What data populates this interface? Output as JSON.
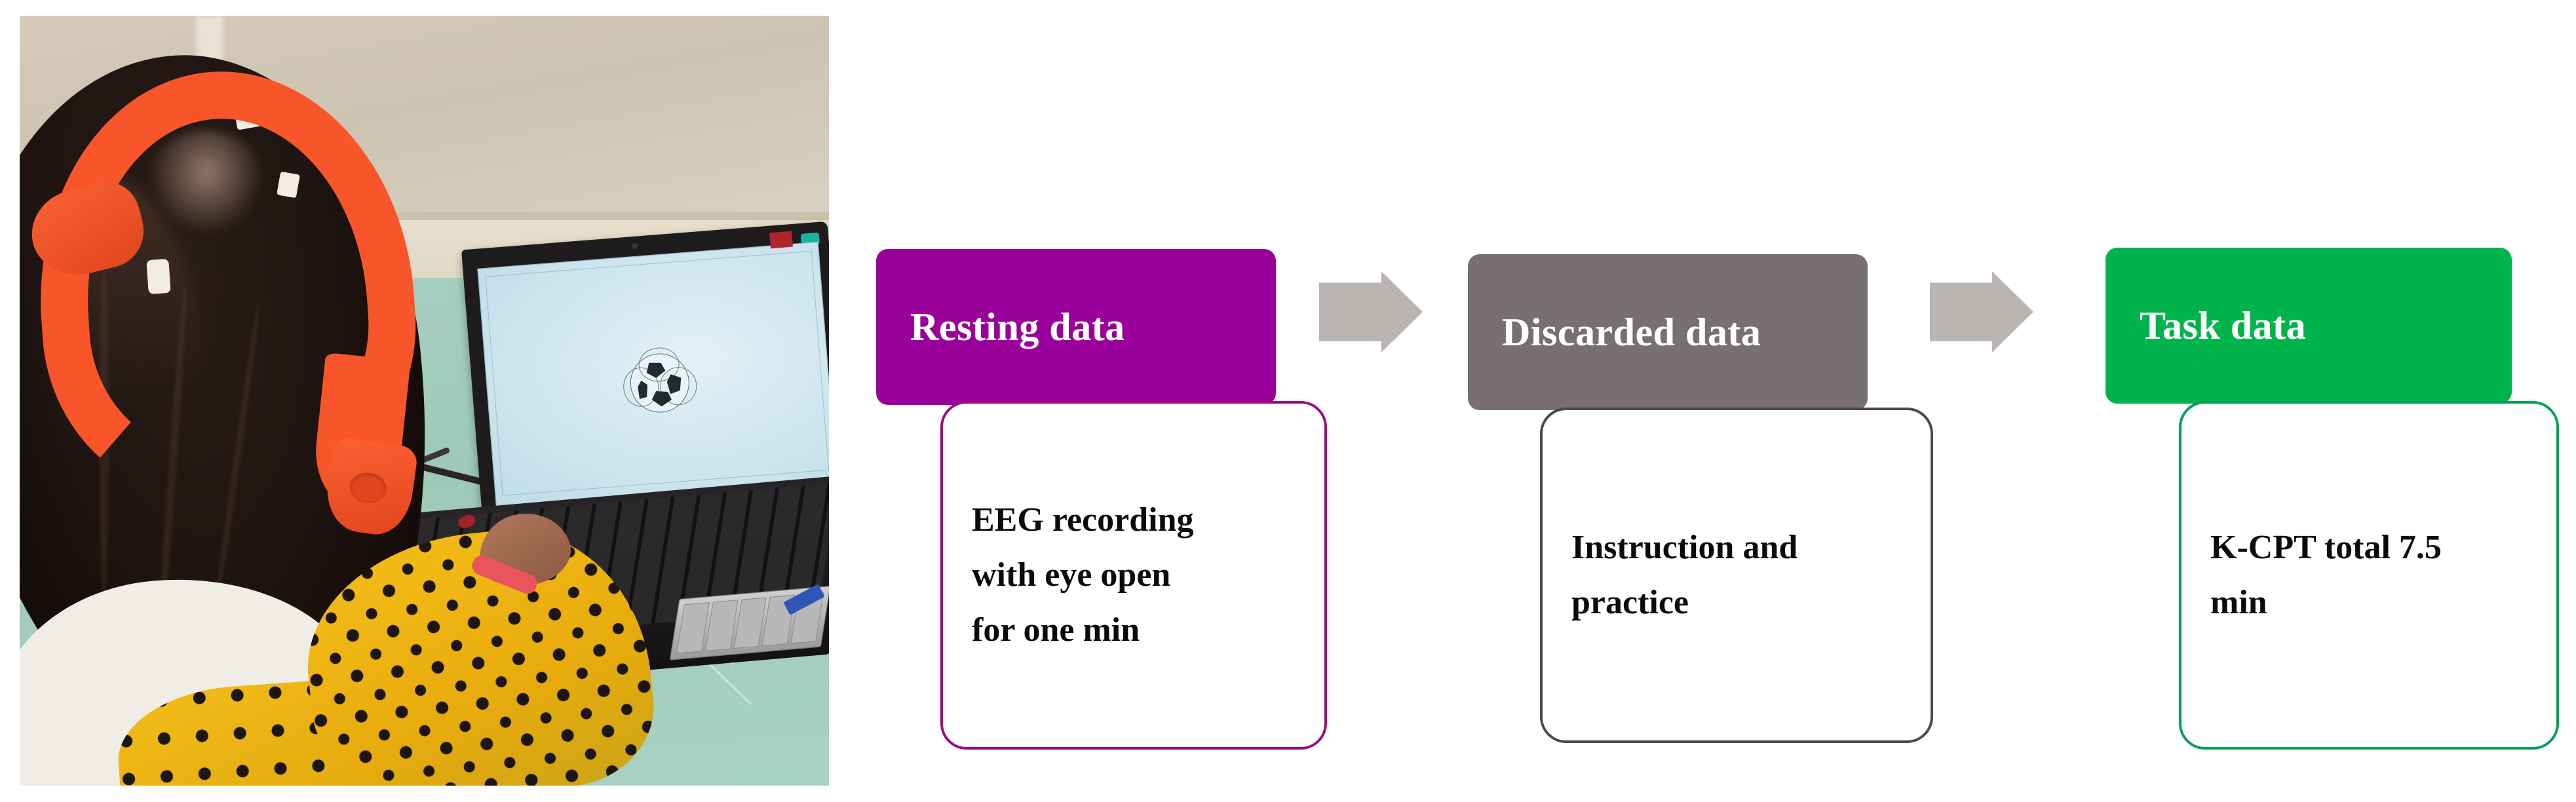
{
  "figure": {
    "photo": {
      "alt_description": "Child wearing an orange EEG headset seated at a desk using an Acer laptop that displays a soccer ball on a light blue screen",
      "subject": "child-with-eeg-headset",
      "headset_color": "#f8562a",
      "screen_stimulus": "soccer-ball",
      "laptop_brand": "acer",
      "table_color": "#a8cfc0",
      "sweater_pattern": "yellow-with-black-stars"
    },
    "flow": {
      "stages": [
        {
          "id": "resting",
          "header_label": "Resting data",
          "header_color": "#990099",
          "body_color": "#9c0a80",
          "body_lines": [
            "EEG recording",
            "with eye open",
            "for one min"
          ]
        },
        {
          "id": "discarded",
          "header_label": "Discarded data",
          "header_color": "#776f70",
          "body_color": "#4c4749",
          "body_lines": [
            "Instruction and",
            "practice"
          ]
        },
        {
          "id": "task",
          "header_label": "Task data",
          "header_color": "#00b34a",
          "body_color": "#00a05a",
          "body_lines": [
            "K-CPT total 7.5",
            "min"
          ]
        }
      ],
      "arrows": [
        {
          "id": "arrow-1",
          "direction": "right",
          "color": "#bab5b2"
        },
        {
          "id": "arrow-2",
          "direction": "right",
          "color": "#bab5b2"
        }
      ]
    }
  }
}
